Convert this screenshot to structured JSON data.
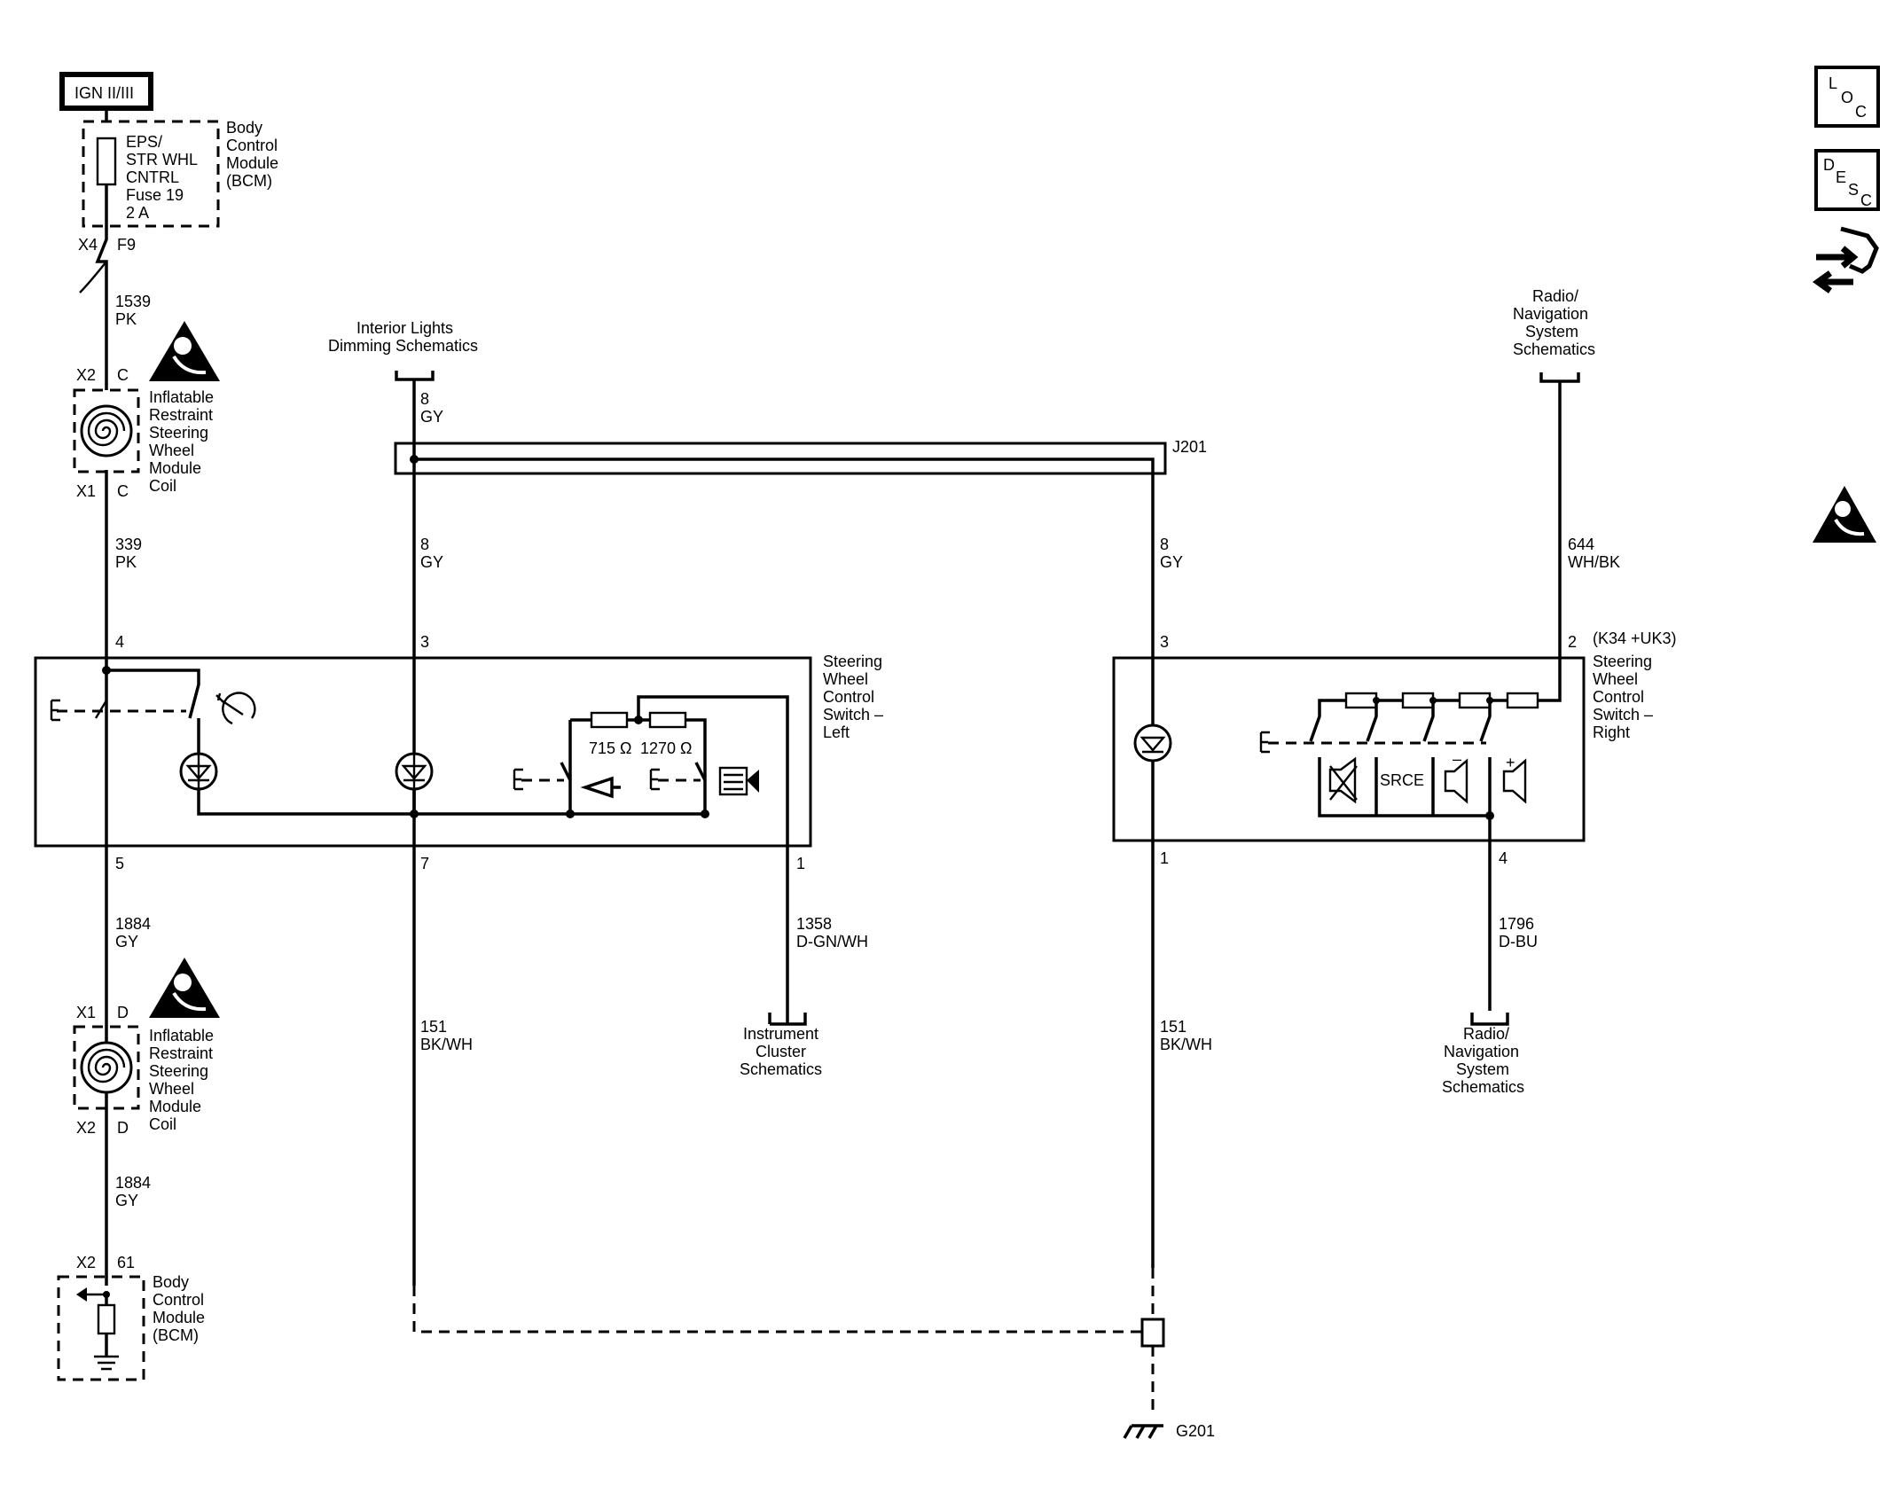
{
  "power": {
    "source": "IGN II/III"
  },
  "bcm_top": {
    "fuse_lines": [
      "EPS/",
      "STR WHL",
      "CNTRL",
      "Fuse 19",
      "2 A"
    ],
    "module_lines": [
      "Body",
      "Control",
      "Module",
      "(BCM)"
    ],
    "connector": "X4",
    "pin": "F9"
  },
  "wires": {
    "w1539": {
      "circuit": "1539",
      "color": "PK"
    },
    "w339": {
      "circuit": "339",
      "color": "PK"
    },
    "w8_top": {
      "circuit": "8",
      "color": "GY"
    },
    "w8_mid": {
      "circuit": "8",
      "color": "GY"
    },
    "w8_right": {
      "circuit": "8",
      "color": "GY"
    },
    "w644": {
      "circuit": "644",
      "color": "WH/BK"
    },
    "w1884_a": {
      "circuit": "1884",
      "color": "GY"
    },
    "w1884_b": {
      "circuit": "1884",
      "color": "GY"
    },
    "w1358": {
      "circuit": "1358",
      "color": "D-GN/WH"
    },
    "w1796": {
      "circuit": "1796",
      "color": "D-BU"
    },
    "w151_left": {
      "circuit": "151",
      "color": "BK/WH"
    },
    "w151_right": {
      "circuit": "151",
      "color": "BK/WH"
    }
  },
  "coil_top": {
    "conn_top": "X2",
    "pin_top": "C",
    "conn_bottom": "X1",
    "pin_bottom": "C",
    "label_lines": [
      "Inflatable",
      "Restraint",
      "Steering",
      "Wheel",
      "Module",
      "Coil"
    ]
  },
  "coil_bottom": {
    "conn_top": "X1",
    "pin_top": "D",
    "conn_bottom": "X2",
    "pin_bottom": "D",
    "label_lines": [
      "Inflatable",
      "Restraint",
      "Steering",
      "Wheel",
      "Module",
      "Coil"
    ]
  },
  "refs": {
    "interior_lights": [
      "Interior Lights",
      "Dimming Schematics"
    ],
    "radio_top": [
      "Radio/",
      "Navigation",
      "System",
      "Schematics"
    ],
    "instrument_cluster": [
      "Instrument",
      "Cluster",
      "Schematics"
    ],
    "radio_bottom": [
      "Radio/",
      "Navigation",
      "System",
      "Schematics"
    ]
  },
  "splice": {
    "label": "J201"
  },
  "switch_left": {
    "label_lines": [
      "Steering",
      "Wheel",
      "Control",
      "Switch –",
      "Left"
    ],
    "pins": {
      "p4": "4",
      "p3": "3",
      "p5": "5",
      "p7": "7",
      "p1": "1"
    },
    "resistor_a": "715 Ω",
    "resistor_b": "1270 Ω"
  },
  "switch_right": {
    "label_lines": [
      "Steering",
      "Wheel",
      "Control",
      "Switch –",
      "Right"
    ],
    "option": "(K34 +UK3)",
    "pins": {
      "p3": "3",
      "p2": "2",
      "p1": "1",
      "p4": "4"
    },
    "srce": "SRCE",
    "minus": "–",
    "plus": "+"
  },
  "bcm_bottom": {
    "connector": "X2",
    "pin": "61",
    "module_lines": [
      "Body",
      "Control",
      "Module",
      "(BCM)"
    ]
  },
  "ground": {
    "label": "G201"
  },
  "side_icons": {
    "loc": [
      "L",
      "O",
      "C"
    ],
    "desc": [
      "D",
      "E",
      "S",
      "C"
    ]
  }
}
